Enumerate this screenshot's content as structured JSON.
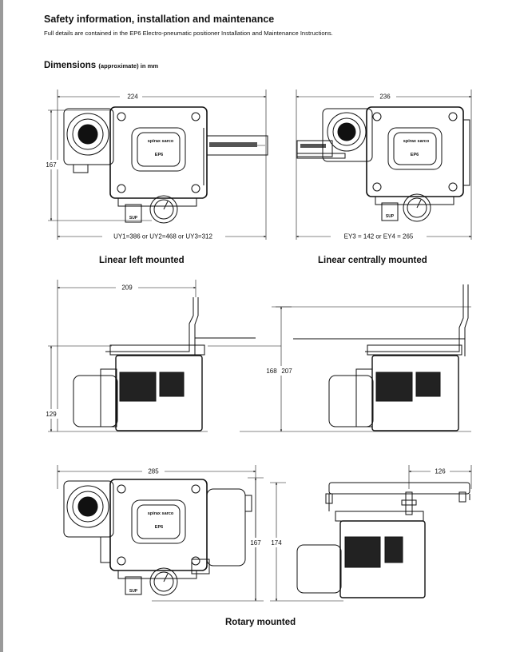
{
  "header": {
    "title": "Safety information, installation and maintenance",
    "subtitle": "Full details are contained in the EP6 Electro-pneumatic positioner Installation and Maintenance Instructions."
  },
  "section": {
    "title": "Dimensions",
    "title_note": "(approximate) in mm"
  },
  "figures": {
    "linear_left": {
      "caption": "Linear left mounted",
      "width_label": "224",
      "height_label": "167",
      "bottom_label": "UY1=386 or UY2=468 or UY3=312",
      "gauge_label": "SUP",
      "brand_label": "spirax sarco",
      "model_label": "EP6"
    },
    "linear_central": {
      "caption": "Linear centrally mounted",
      "width_label": "236",
      "bottom_label": "EY3 = 142 or EY4 = 265",
      "gauge_label": "SUP",
      "brand_label": "spirax sarco",
      "model_label": "EP6"
    },
    "side_views": {
      "width_label": "209",
      "height_small_label": "129",
      "height_mid_label": "168",
      "height_big_label": "207"
    },
    "rotary": {
      "caption": "Rotary mounted",
      "width_label": "285",
      "height_label": "167",
      "height_side_label": "174",
      "offset_label": "126",
      "gauge_label": "SUP",
      "brand_label": "spirax sarco",
      "model_label": "EP6"
    }
  }
}
